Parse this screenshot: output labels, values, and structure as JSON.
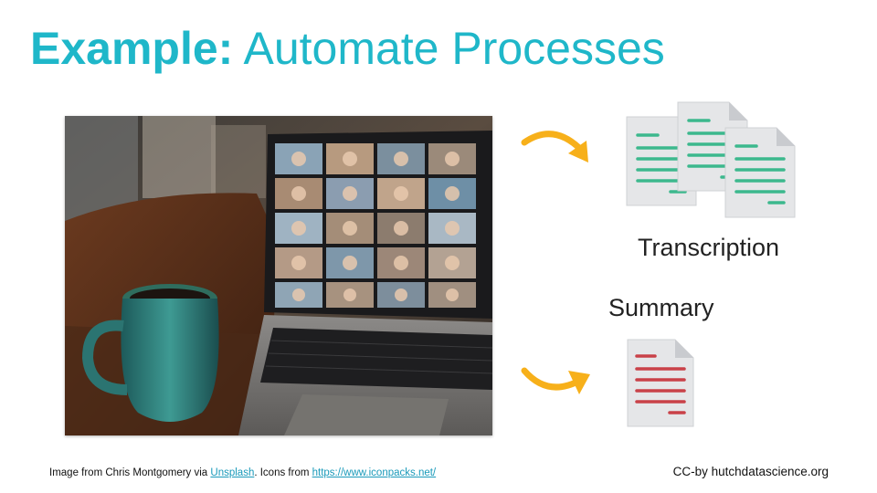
{
  "slide": {
    "title_bold": "Example:",
    "title_rest": "Automate Processes"
  },
  "labels": {
    "transcription": "Transcription",
    "summary": "Summary"
  },
  "footer": {
    "credit_prefix": "Image from Chris Montgomery via ",
    "unsplash_link": "Unsplash",
    "icons_prefix": ". Icons from ",
    "icons_link": "https://www.iconpacks.net/",
    "license": "CC-by hutchdatascience.org"
  },
  "colors": {
    "title": "#1fb7c9",
    "arrow": "#f7b01a",
    "transcript_lines": "#3cb88d",
    "summary_lines": "#c94148",
    "doc_paper": "#e5e6e8"
  },
  "icons": {
    "arrows": "curved-arrow-icon",
    "transcription": "documents-icon",
    "summary": "document-icon"
  }
}
